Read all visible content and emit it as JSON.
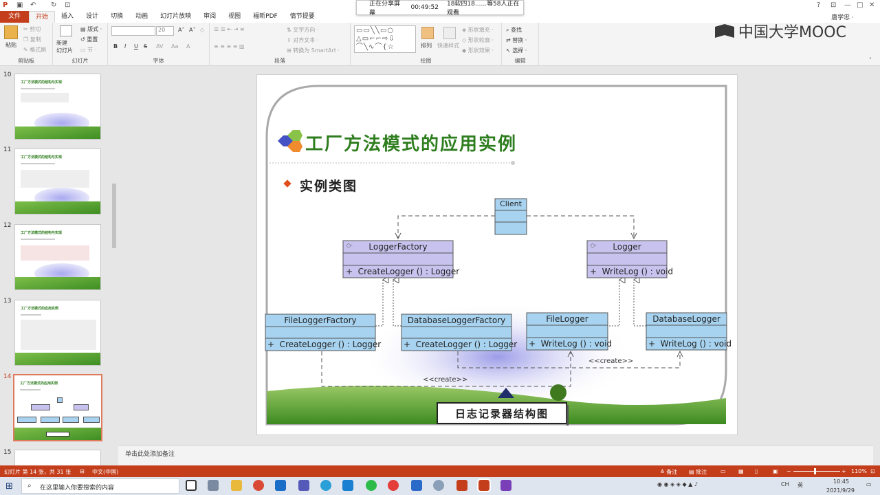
{
  "window": {
    "title_controls": [
      "?",
      "—",
      "□",
      "✕"
    ]
  },
  "share_banner": {
    "status": "正在分享屏幕",
    "elapsed": "00:49:52",
    "viewers": "18软四18......等58人正在观看"
  },
  "ribbon_tabs": [
    "文件",
    "开始",
    "插入",
    "设计",
    "切换",
    "动画",
    "幻灯片放映",
    "审阅",
    "视图",
    "福昕PDF",
    "情节提要"
  ],
  "active_tab": "开始",
  "user_name": "唐学忠 ·",
  "ribbon": {
    "clipboard": {
      "paste": "粘贴",
      "cut": "剪切",
      "copy": "复制",
      "format_painter": "格式刷",
      "label": "剪贴板"
    },
    "slides": {
      "new_slide": "新建\n幻灯片",
      "layout": "版式 ·",
      "reset": "重置",
      "section": "节 ·",
      "label": "幻灯片"
    },
    "font": {
      "size": "20",
      "bold": "B",
      "italic": "I",
      "underline": "U",
      "strike": "S",
      "label": "字体"
    },
    "paragraph": {
      "text_direction": "文字方向 ·",
      "align_text": "对齐文本 ·",
      "smartart": "转换为 SmartArt ·",
      "label": "段落"
    },
    "drawing": {
      "arrange": "排列",
      "quick_styles": "快速样式",
      "shape_fill": "形状填充 ·",
      "shape_outline": "形状轮廓 ·",
      "shape_effects": "形状效果 ·",
      "label": "绘图"
    },
    "editing": {
      "find": "查找",
      "replace": "替换 ·",
      "select": "选择 ·",
      "label": "编辑"
    }
  },
  "brand": {
    "text": "中国大学MOOC"
  },
  "thumbnails": [
    {
      "num": "10",
      "title": "工厂方法模式的结构与实现"
    },
    {
      "num": "11",
      "title": "工厂方法模式的结构与实现"
    },
    {
      "num": "12",
      "title": "工厂方法模式的结构与实现"
    },
    {
      "num": "13",
      "title": "工厂方法模式的应用实例"
    },
    {
      "num": "14",
      "title": "工厂方法模式的应用实例"
    },
    {
      "num": "15",
      "title": ""
    }
  ],
  "selected_slide": "14",
  "slide": {
    "title": "工厂方法模式的应用实例",
    "bullet": "实例类图",
    "caption": "日志记录器结构图",
    "classes": {
      "client": {
        "name": "Client"
      },
      "logger_factory": {
        "name": "LoggerFactory",
        "op": "+  CreateLogger () : Logger"
      },
      "logger": {
        "name": "Logger",
        "op": "+  WriteLog () : void"
      },
      "file_logger_factory": {
        "name": "FileLoggerFactory",
        "op": "+  CreateLogger () : Logger"
      },
      "database_logger_factory": {
        "name": "DatabaseLoggerFactory",
        "op": "+  CreateLogger () : Logger"
      },
      "file_logger": {
        "name": "FileLogger",
        "op": "+  WriteLog () : void"
      },
      "database_logger": {
        "name": "DatabaseLogger",
        "op": "+  WriteLog () : void"
      }
    },
    "create_label_1": "<<create>>",
    "create_label_2": "<<create>>"
  },
  "notes_placeholder": "单击此处添加备注",
  "status": {
    "slide_info": "幻灯片 第 14 张，共 31 张",
    "language": "中文(中国)",
    "notes": "备注",
    "comments": "批注",
    "zoom": "110%"
  },
  "taskbar": {
    "search_placeholder": "在这里输入你要搜索的内容",
    "time": "10:45",
    "date": "2021/9/29",
    "ime": "英",
    "ime2": "CH"
  }
}
